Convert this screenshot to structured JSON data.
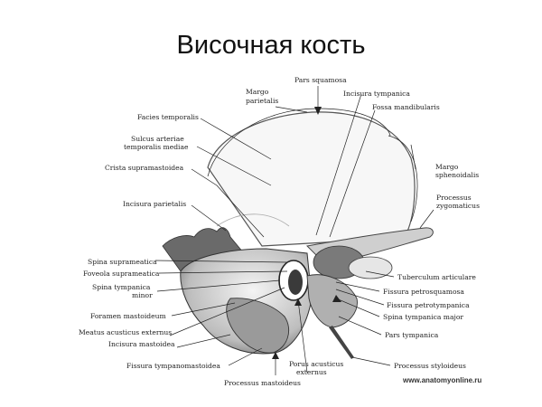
{
  "title": "Височная кость",
  "watermark": "www.anatomyonline.ru",
  "labels": {
    "pars_squamosa": "Pars squamosa",
    "margo_parietalis": [
      "Margo",
      "parietalis"
    ],
    "incisura_tympanica": "Incisura tympanica",
    "fossa_mandibularis": "Fossa mandibularis",
    "facies_temporalis": "Facies temporalis",
    "sulcus": [
      "Sulcus arteriae",
      "temporalis mediae"
    ],
    "crista": "Crista supramastoidea",
    "margo_sphenoidalis": [
      "Margo",
      "sphenoidalis"
    ],
    "processus_zygomaticus": [
      "Processus",
      "zygomaticus"
    ],
    "incisura_parietalis": "Incisura parietalis",
    "spina_suprameatica": "Spina suprameatica",
    "foveola_suprameatica": "Foveola suprameatica",
    "spina_tympanica_minor": [
      "Spina tympanica",
      "minor"
    ],
    "foramen_mastoideum": "Foramen mastoideum",
    "meatus": "Meatus acusticus externus",
    "incisura_mastoidea": "Incisura mastoidea",
    "fissura_tympanomastoidea": "Fissura tympanomastoidea",
    "processus_mastoideus": "Processus mastoideus",
    "porus": [
      "Porus acusticus",
      "externus"
    ],
    "tuberculum": "Tuberculum articulare",
    "fissura_petrosquamosa": "Fissura petrosquamosa",
    "fissura_petrotympanica": "Fissura petrotympanica",
    "spina_tympanica_major": "Spina tympanica major",
    "pars_tympanica": "Pars tympanica",
    "processus_styloideus": "Processus styloideus"
  }
}
